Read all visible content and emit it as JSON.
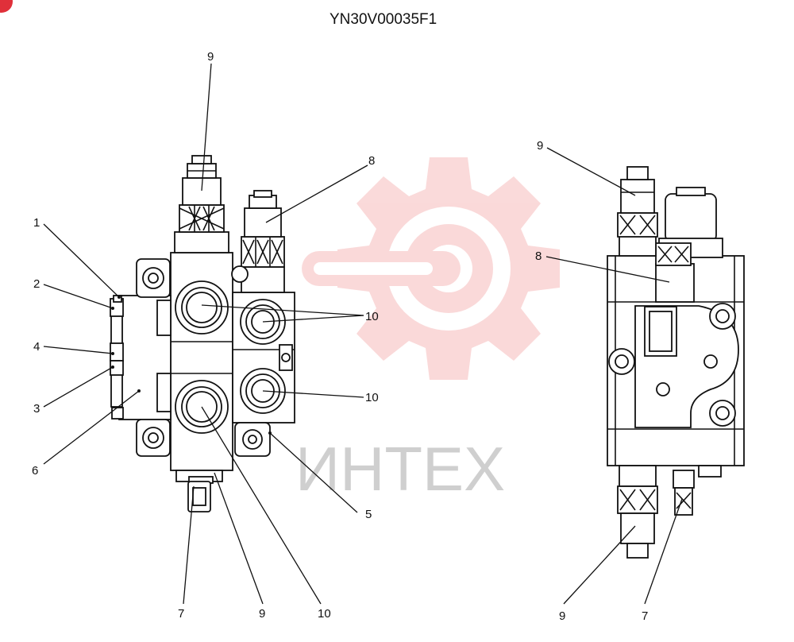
{
  "page": {
    "title": "YN30V00035F1"
  },
  "watermark": {
    "text": "ИНТЕХ",
    "color": "#f4a7a7"
  },
  "callouts": {
    "c1": "1",
    "c2": "2",
    "c3": "3",
    "c4": "4",
    "c5": "5",
    "c6": "6",
    "c7a": "7",
    "c7b": "7",
    "c8a": "8",
    "c8b": "8",
    "c9a": "9",
    "c9b": "9",
    "c9c": "9",
    "c9d": "9",
    "c10a": "10",
    "c10b": "10",
    "c10c": "10"
  }
}
